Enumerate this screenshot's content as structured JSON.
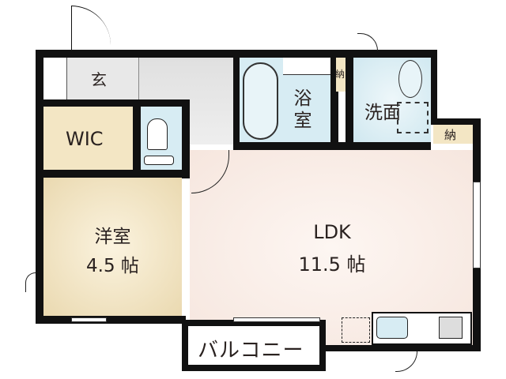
{
  "rooms": {
    "entrance": "玄",
    "wic": "WIC",
    "bath": "浴室",
    "washroom": "洗面",
    "storage1": "納",
    "storage2": "納",
    "western_room": {
      "name": "洋室",
      "size": "4.5 帖"
    },
    "ldk": {
      "name": "LDK",
      "size": "11.5 帖"
    },
    "balcony": "バルコニー"
  },
  "colors": {
    "wall": "#111111",
    "ldk": "#f8ece6",
    "western": "#efe3c4",
    "wet": "#d7ecf3",
    "hall": "#dcdcdc"
  }
}
